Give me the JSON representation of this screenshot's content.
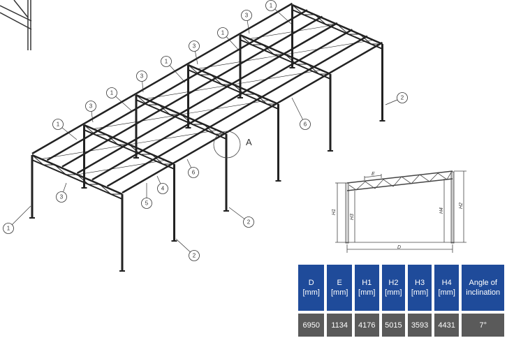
{
  "drawing": {
    "callouts": {
      "c1a": "1",
      "c1b": "1",
      "c1c": "1",
      "c1d": "1",
      "c1e": "1",
      "c1f": "1",
      "c3a": "3",
      "c3b": "3",
      "c3c": "3",
      "c3d": "3",
      "c3e": "3",
      "c2a": "2",
      "c2b": "2",
      "c2c": "2",
      "c4": "4",
      "c5": "5",
      "c6a": "6",
      "c6b": "6"
    },
    "detail_label": "A"
  },
  "inset": {
    "E": "E",
    "D": "D",
    "H1": "H1",
    "H2": "H2",
    "H3": "H3",
    "H4": "H4"
  },
  "table": {
    "headers": [
      {
        "name": "D",
        "unit": "[mm]"
      },
      {
        "name": "E",
        "unit": "[mm]"
      },
      {
        "name": "H1",
        "unit": "[mm]"
      },
      {
        "name": "H2",
        "unit": "[mm]"
      },
      {
        "name": "H3",
        "unit": "[mm]"
      },
      {
        "name": "H4",
        "unit": "[mm]"
      },
      {
        "name": "Angle of",
        "unit": "inclination"
      }
    ],
    "values": [
      "6950",
      "1134",
      "4176",
      "5015",
      "3593",
      "4431",
      "7°"
    ],
    "header_color": "#1f4b9a",
    "value_color": "#5a5a5a"
  }
}
